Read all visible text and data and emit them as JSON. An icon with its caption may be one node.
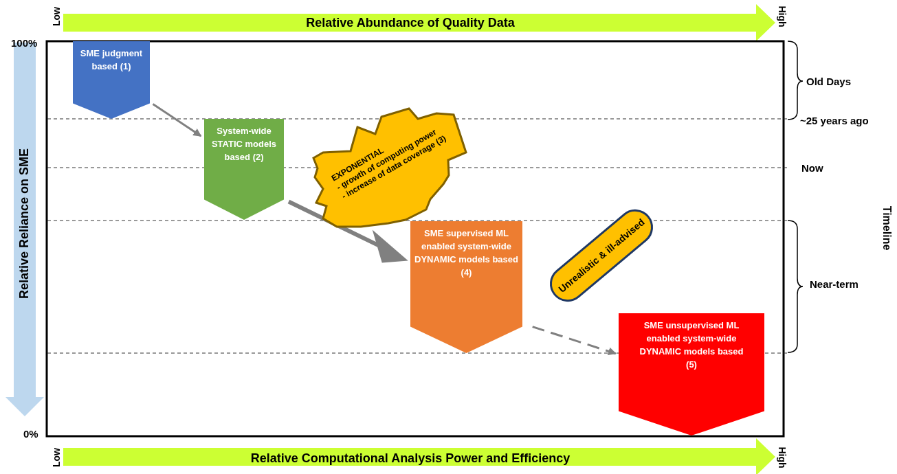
{
  "diagram": {
    "nodes": [
      {
        "text": [
          "SME judgment based (1)"
        ]
      },
      {
        "text": [
          "System-wide STATIC models based (2)"
        ]
      },
      {
        "text": [
          "EXPONENTIAL",
          "- growth of computing power",
          "- increase of data coverage (3)"
        ]
      },
      {
        "text": [
          "SME supervised ML enabled system-wide DYNAMIC models based (4)"
        ]
      },
      {
        "text": [
          "Unrealistic & ill-advised"
        ]
      },
      {
        "text": [
          "SME unsupervised ML enabled system-wide DYNAMIC models based (5)"
        ]
      }
    ],
    "edges": [
      {
        "from": 0,
        "to": 1,
        "arrow": "to"
      },
      {
        "from": 1,
        "to": 3,
        "arrow": "to",
        "style": "thick"
      },
      {
        "from": 3,
        "to": 5,
        "arrow": "to",
        "style": "dashed"
      }
    ],
    "labels": [
      "Low",
      "Relative Abundance of Quality Data",
      "High",
      "100%",
      "Relative Reliance on SME",
      "0%",
      "Old Days",
      "~25 years ago",
      "Now",
      "Timeline",
      "Near-term",
      "Low",
      "Relative Computational Analysis Power and Efficiency",
      "High"
    ]
  }
}
